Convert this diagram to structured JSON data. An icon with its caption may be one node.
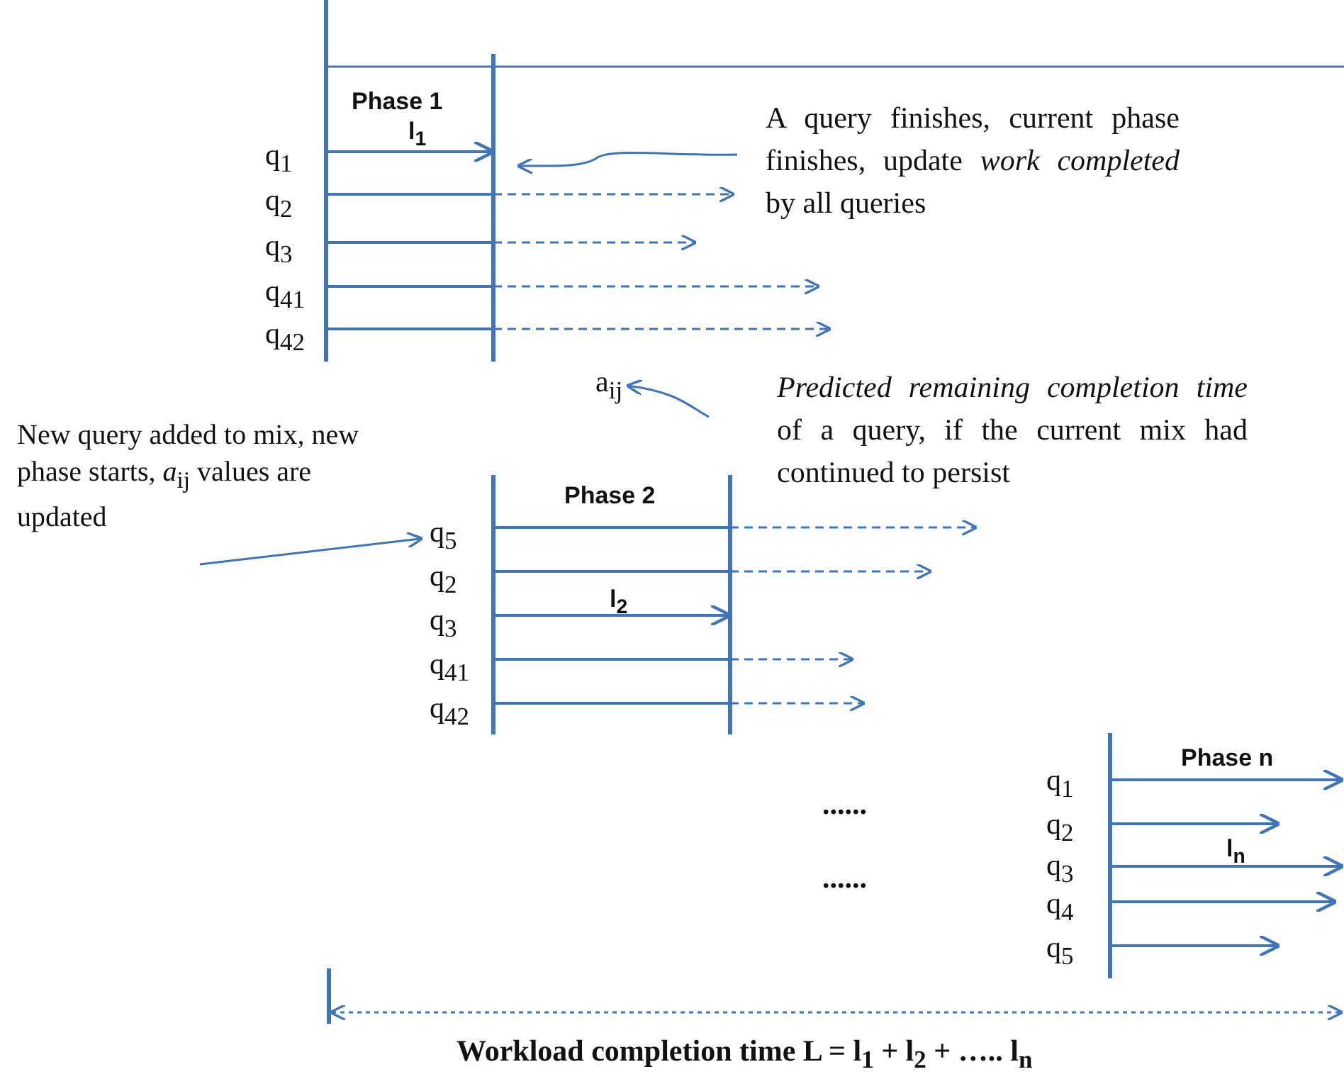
{
  "diagram": {
    "nodes": [
      {
        "text": [
          "A query finishes, current phase finishes, update *work completed* by all queries"
        ]
      },
      {
        "text": [
          "a$_{ij}$"
        ]
      },
      {
        "text": [
          "*Predicted remaining completion time* of a query, if the current mix had continued to persist"
        ]
      },
      {
        "text": [
          "New query added to mix, new phase starts, *a*$_{ij}$ values are updated"
        ]
      },
      {
        "text": [
          "q$_{5}$"
        ]
      }
    ],
    "edges": [
      {
        "from": 0,
        "to": null,
        "arrow": "to"
      },
      {
        "from": 2,
        "to": 1,
        "arrow": "to"
      },
      {
        "from": 3,
        "to": 4,
        "arrow": "to"
      }
    ],
    "labels": [
      "Phase 1",
      "l$_{1}$",
      "q$_{1}$",
      "q$_{2}$",
      "q$_{3}$",
      "q$_{41}$",
      "q$_{42}$",
      "Phase 2",
      "q$_{2}$",
      "l$_{2}$",
      "q$_{3}$",
      "q$_{41}$",
      "q$_{42}$",
      "Phase n",
      "q$_{1}$",
      "q$_{2}$",
      "l$_{n}$",
      "q$_{3}$",
      "q$_{4}$",
      "q$_{5}$",
      "......",
      "......",
      "Workload completion time L = l$_{1}$ + l$_{2}$ + ….. l$_{n}$"
    ]
  }
}
